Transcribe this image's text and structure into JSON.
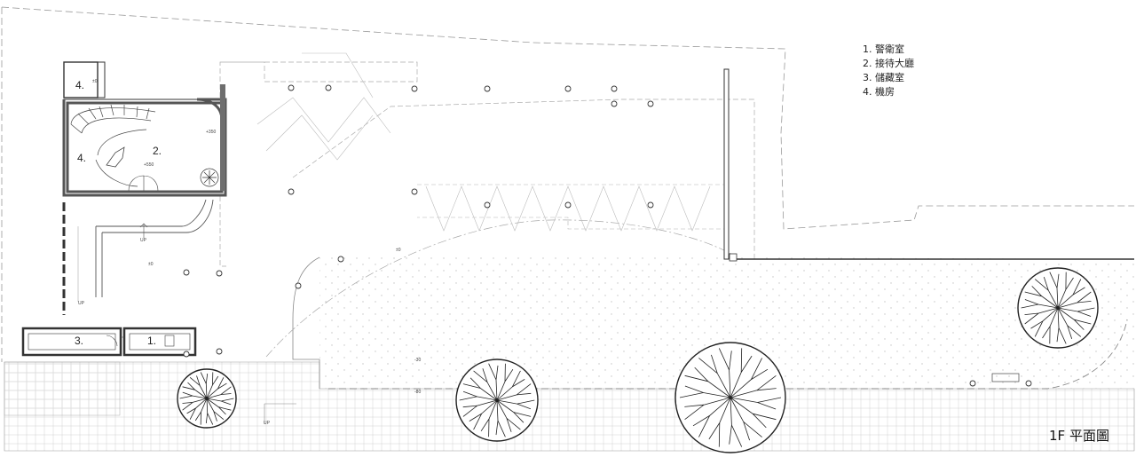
{
  "legend": {
    "items": [
      "1. 警衛室",
      "2. 接待大廳",
      "3. 儲藏室",
      "4. 機房"
    ]
  },
  "title": "1F 平面圖",
  "room_labels": {
    "r1": "1.",
    "r2": "2.",
    "r3": "3.",
    "r4a": "4.",
    "r4b": "4."
  },
  "levels": {
    "l_plus550": "+550",
    "l_plus350": "+350",
    "l_zero_a": "±0",
    "l_zero_b": "±0",
    "l_zero_c": "±0",
    "l_minus30": "-30",
    "l_minus80": "-80"
  },
  "up_marks": {
    "up1": "UP",
    "up2": "UP",
    "up3": "UP"
  },
  "colors": {
    "line": "#333333",
    "wall_fill": "#6e6e6e",
    "dashed": "#9a9a9a",
    "paving": "#c8c8c8"
  }
}
